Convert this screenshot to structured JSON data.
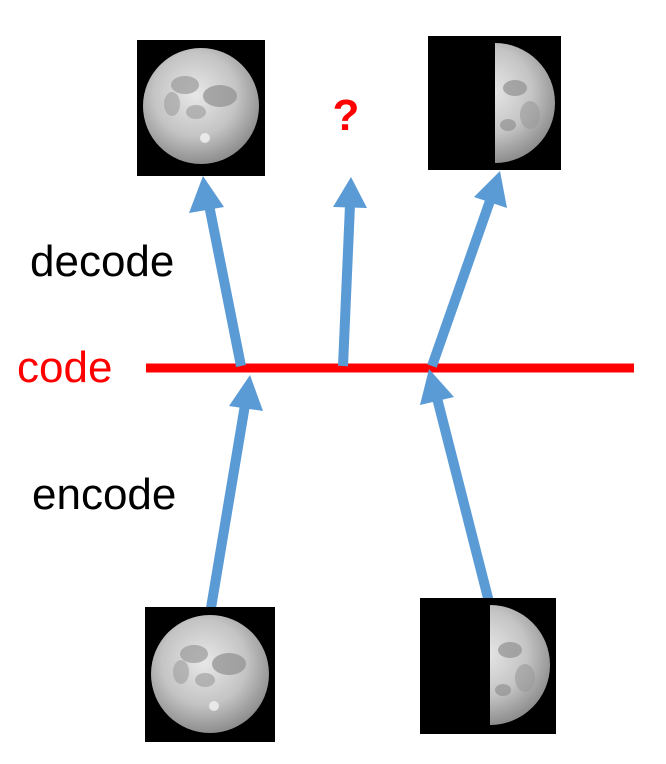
{
  "labels": {
    "decode": "decode",
    "encode": "encode",
    "code": "code",
    "unknown": "?"
  },
  "images": [
    {
      "id": "full-moon-top",
      "phase": "full"
    },
    {
      "id": "half-moon-top",
      "phase": "first-quarter"
    },
    {
      "id": "full-moon-bottom",
      "phase": "full"
    },
    {
      "id": "half-moon-bottom",
      "phase": "first-quarter"
    }
  ],
  "colors": {
    "code_line": "#ff0000",
    "arrow": "#5b9bd5",
    "label": "#000000",
    "accent_label": "#ff0000",
    "image_background": "#000000"
  }
}
